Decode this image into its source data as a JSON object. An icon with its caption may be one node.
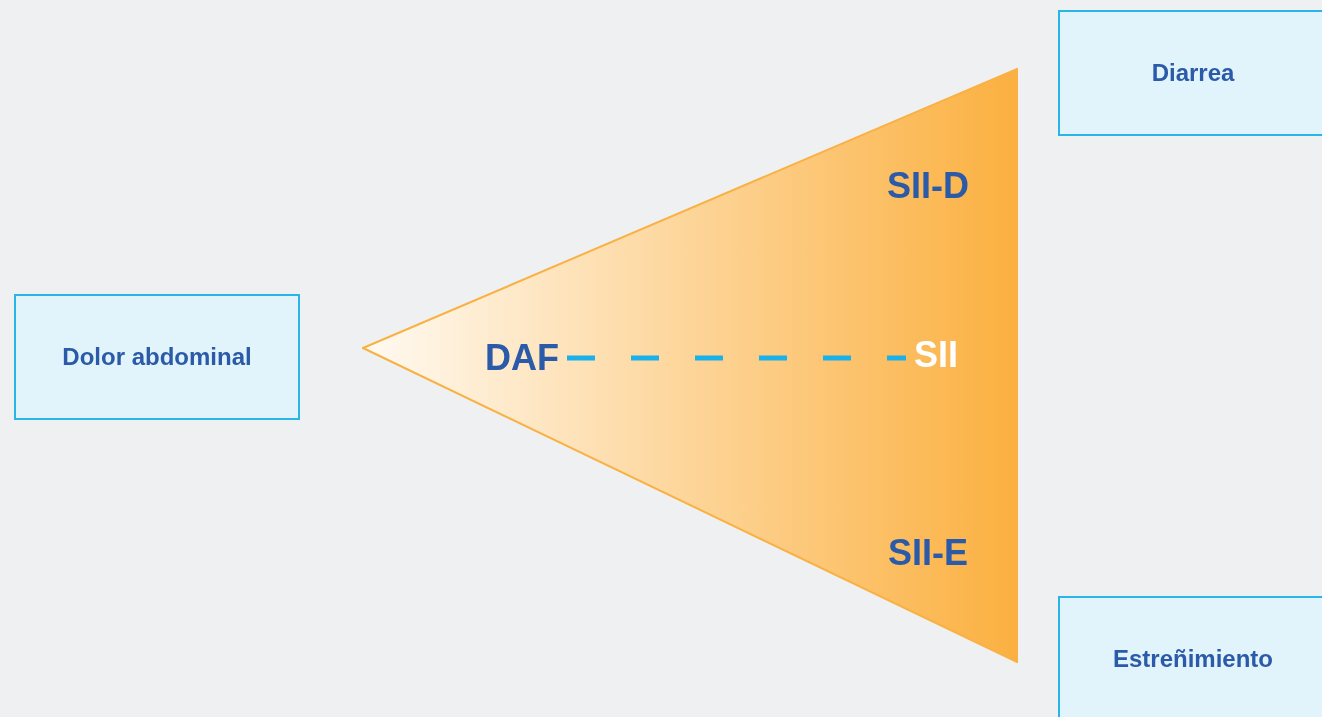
{
  "diagram": {
    "nodes": [
      {
        "text": [
          "Dolor abdominal"
        ]
      },
      {
        "text": [
          "SII-D",
          "SII-E"
        ]
      },
      {
        "text": [
          "DAF"
        ],
        "in": 1
      },
      {
        "text": [
          "SII"
        ],
        "in": 1
      },
      {
        "text": [
          "Diarrea"
        ]
      },
      {
        "text": [
          "Estreñimiento"
        ]
      }
    ],
    "edges": [
      {
        "from": 2,
        "to": 3,
        "arrow": "none",
        "style": "dashed"
      }
    ]
  }
}
